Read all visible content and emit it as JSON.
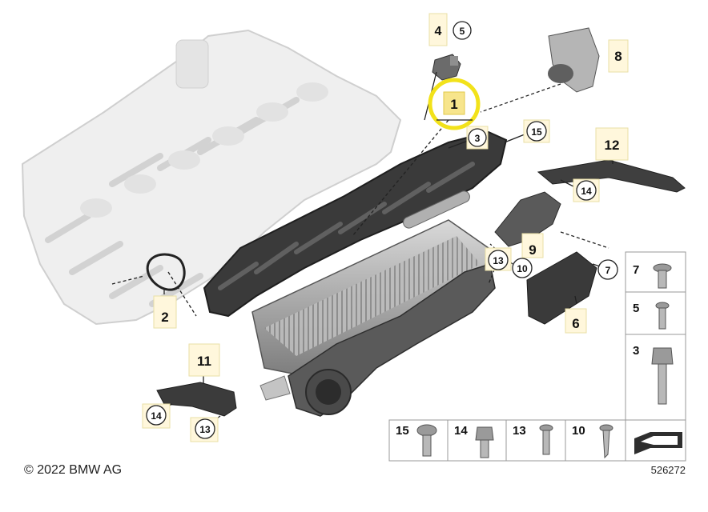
{
  "copyright": "© 2022 BMW AG",
  "diagram_id": "526272",
  "callouts": {
    "c1": "1",
    "c2": "2",
    "c3": "3",
    "c4": "4",
    "c5": "5",
    "c6": "6",
    "c7": "7",
    "c8": "8",
    "c9": "9",
    "c10": "10",
    "c11": "11",
    "c12": "12",
    "c13a": "13",
    "c13b": "13",
    "c14a": "14",
    "c14b": "14",
    "c15": "15"
  },
  "legend": {
    "right": [
      "7",
      "5",
      "3"
    ],
    "bottom": [
      "15",
      "14",
      "13",
      "10"
    ]
  },
  "colors": {
    "highlight_ring": "#f2e21a",
    "highlight_box": "#f7e58c",
    "engine_ghost": "#d6d6d6",
    "part_dark": "#3d3d3d",
    "part_mid": "#8a8a8a",
    "part_light": "#c9c9c9"
  }
}
